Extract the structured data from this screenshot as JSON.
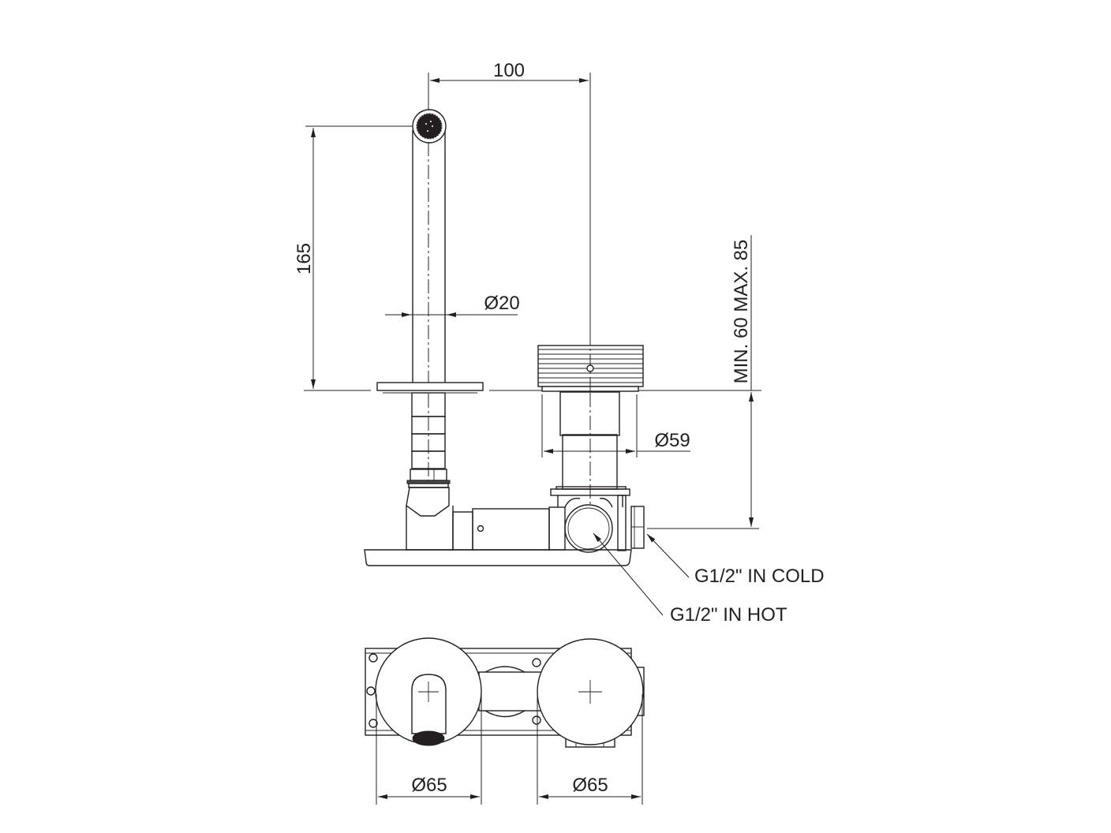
{
  "drawing": {
    "title": "Wall-mounted basin mixer technical drawing",
    "line_color": "#231f20",
    "background": "#ffffff",
    "side_view": {
      "dimensions": {
        "spout_projection": "100",
        "spout_height": "165",
        "spout_diameter": "Ø20",
        "handle_diameter": "Ø59",
        "wall_depth": "MIN. 60 MAX. 85"
      },
      "callouts": {
        "cold_inlet": "G1/2\" IN COLD",
        "hot_inlet": "G1/2\" IN HOT"
      }
    },
    "front_view": {
      "dimensions": {
        "spout_plate_diameter": "Ø65",
        "handle_plate_diameter": "Ø65"
      }
    }
  }
}
